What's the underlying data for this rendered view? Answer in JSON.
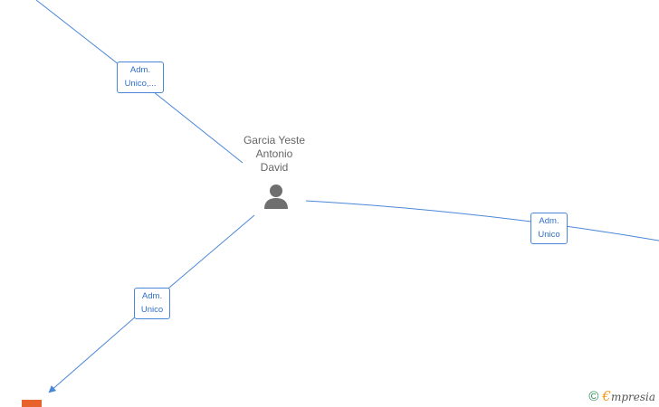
{
  "diagram": {
    "center_node": {
      "name_lines": [
        "Garcia Yeste",
        "Antonio",
        "David"
      ]
    },
    "edges": [
      {
        "id": "top-left",
        "label_lines": [
          "Adm.",
          "Unico,..."
        ]
      },
      {
        "id": "right",
        "label_lines": [
          "Adm.",
          "Unico"
        ]
      },
      {
        "id": "bottom-left",
        "label_lines": [
          "Adm.",
          "Unico"
        ]
      }
    ]
  },
  "footer": {
    "copyright_symbol": "©",
    "brand_initial": "€",
    "brand_rest": "mpresia"
  },
  "colors": {
    "edge": "#4a86d8",
    "label_text": "#2f6fc9",
    "person_icon": "#6f6f6f",
    "company_icon": "#e8632b",
    "brand_initial": "#f29a1d",
    "copyright": "#2f8a5a"
  }
}
